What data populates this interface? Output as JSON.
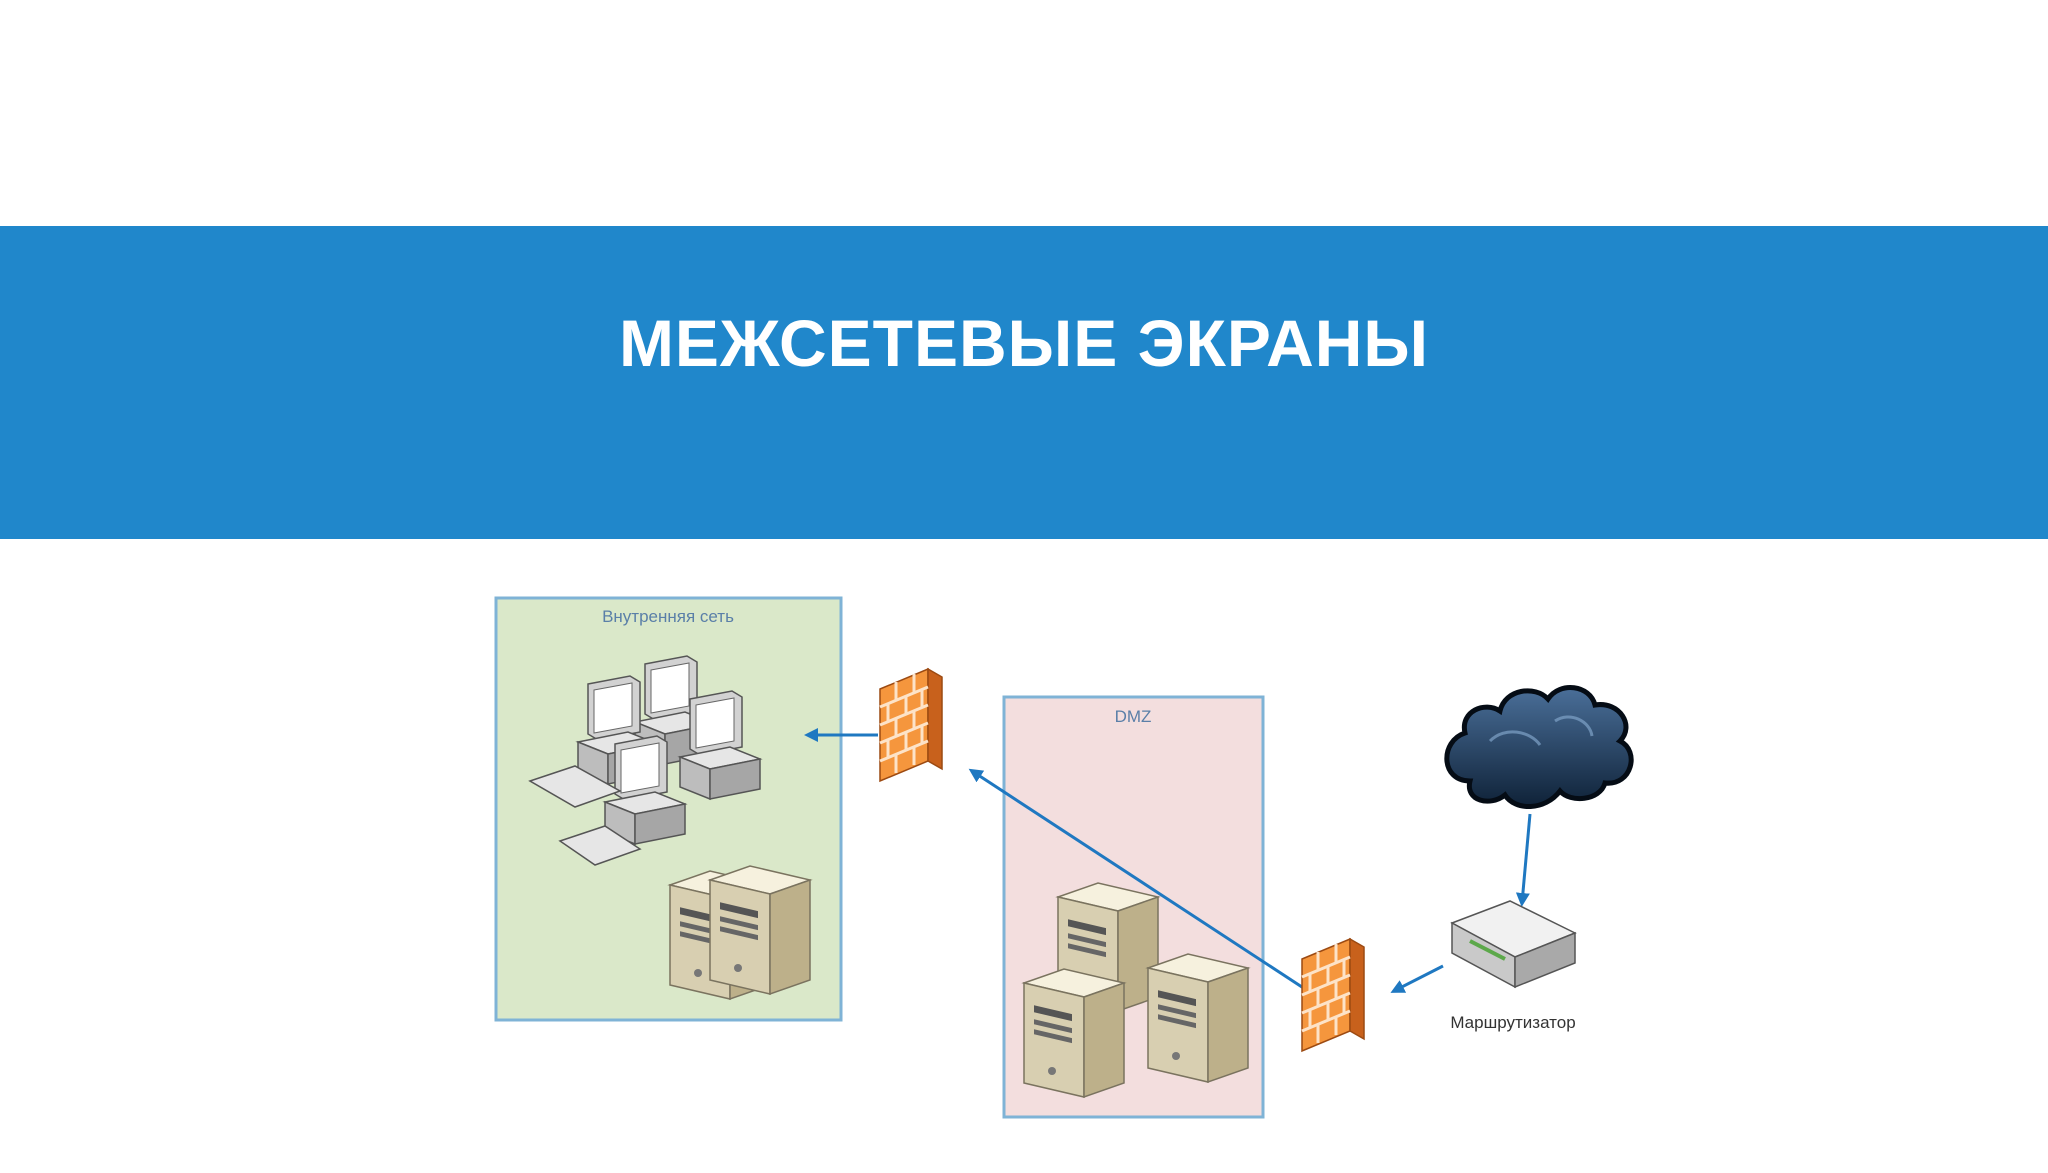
{
  "slide": {
    "title": "МЕЖСЕТЕВЫЕ ЭКРАНЫ"
  },
  "colors": {
    "banner": "#2087cb",
    "internal_zone_fill": "#dae8c9",
    "dmz_zone_fill": "#f3dede",
    "zone_border": "#7fb3d6",
    "arrow": "#1f78c1",
    "firewall_brick": "#f07e2a"
  },
  "diagram": {
    "internal_zone_label": "Внутренняя сеть",
    "dmz_label": "DMZ",
    "router_label": "Маршрутизатор",
    "icons": [
      "workstation-icon",
      "server-icon",
      "firewall-icon",
      "router-icon",
      "cloud-icon"
    ]
  }
}
